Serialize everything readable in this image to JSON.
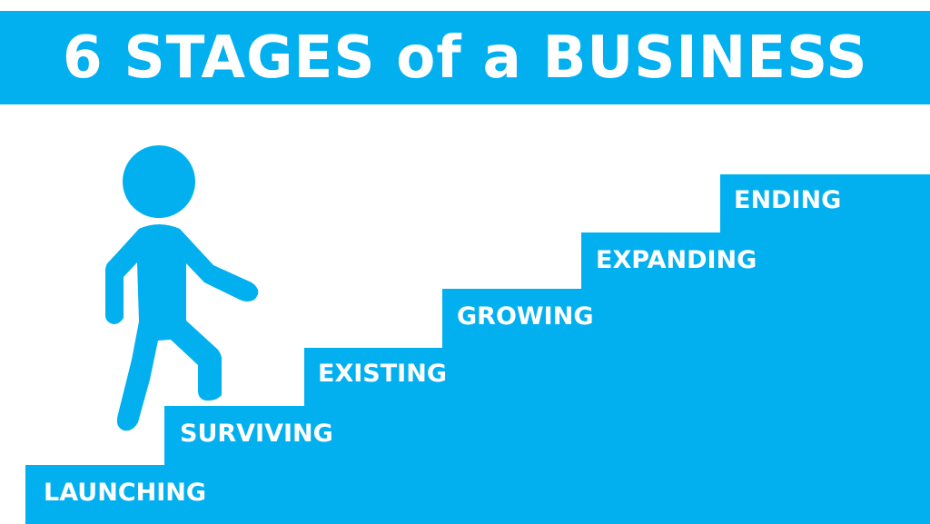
{
  "title": "6 STAGES of a BUSINESS",
  "colors": {
    "accent": "#02b0f0",
    "text": "#ffffff",
    "background": "#ffffff"
  },
  "stages": [
    {
      "label": "LAUNCHING"
    },
    {
      "label": "SURVIVING"
    },
    {
      "label": "EXISTING"
    },
    {
      "label": "GROWING"
    },
    {
      "label": "EXPANDING"
    },
    {
      "label": "ENDING"
    }
  ],
  "figure": {
    "icon": "walking-person-icon"
  }
}
